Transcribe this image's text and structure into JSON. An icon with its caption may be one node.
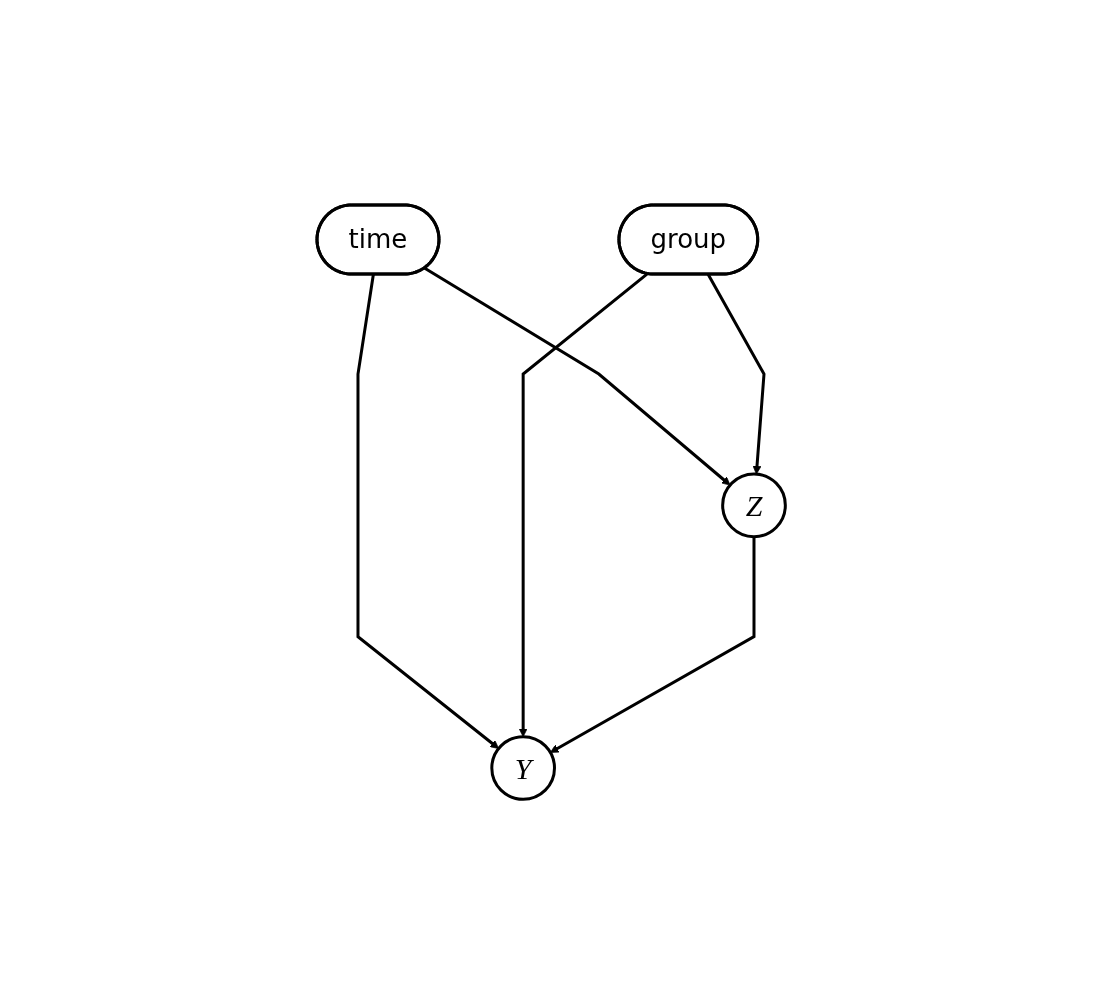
{
  "diagram": {
    "nodes": [
      {
        "text": [
          "time"
        ]
      },
      {
        "text": [
          "group"
        ]
      },
      {
        "text": [
          "Z"
        ]
      },
      {
        "text": [
          "Y"
        ]
      }
    ],
    "edges": [
      {
        "from": 0,
        "to": 2,
        "arrow": "to"
      },
      {
        "from": 0,
        "to": 3,
        "arrow": "to"
      },
      {
        "from": 1,
        "to": 2,
        "arrow": "to"
      },
      {
        "from": 1,
        "to": 3,
        "arrow": "to"
      },
      {
        "from": 2,
        "to": 3,
        "arrow": "to"
      }
    ]
  }
}
